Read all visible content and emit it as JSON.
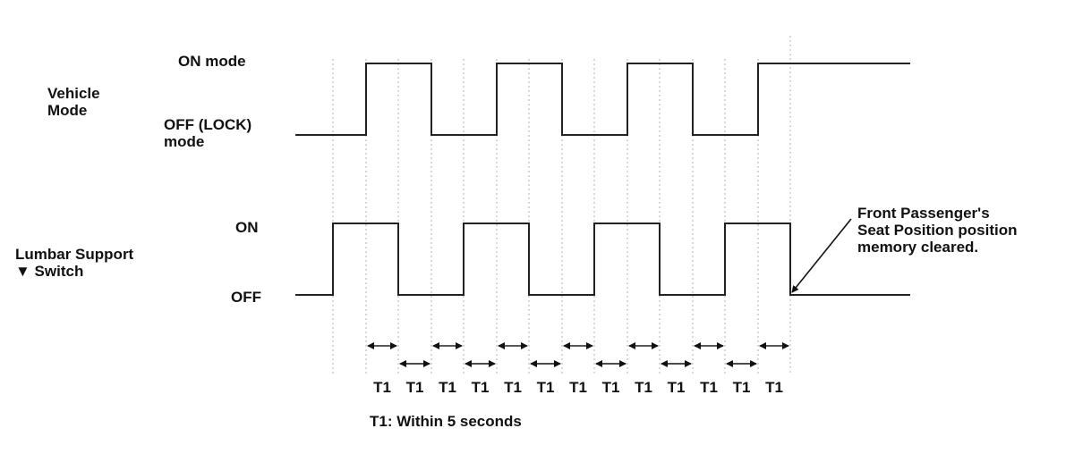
{
  "vehicle_mode": {
    "title_line1": "Vehicle",
    "title_line2": "Mode",
    "on_state": "ON mode",
    "off_state_line1": "OFF (LOCK)",
    "off_state_line2": "mode"
  },
  "lumbar_switch": {
    "title_line1": "Lumbar Support",
    "title_line2": "▼ Switch",
    "on_state": "ON",
    "off_state": "OFF"
  },
  "annotation": {
    "line1": "Front Passenger's",
    "line2": "Seat Position position",
    "line3": "memory cleared."
  },
  "intervals": {
    "label": "T1",
    "count": 13,
    "legend": "T1: Within 5 seconds"
  },
  "colors": {
    "signal": "#222222",
    "guide": "#b0b0b0",
    "text": "#111111"
  }
}
